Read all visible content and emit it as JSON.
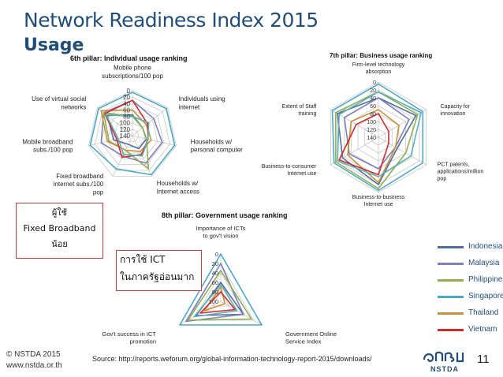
{
  "slide": {
    "title": "Network Readiness Index 2015",
    "subtitle": "Usage",
    "callout_broadband": [
      "ผู้ใช้",
      "Fixed Broadband",
      "น้อย"
    ],
    "callout_government": [
      "การใช้ ICT",
      "ในภาครัฐอ่อนมาก"
    ],
    "copyright": [
      "© NSTDA 2015",
      "www.nstda.or.th"
    ],
    "source": "Source: http://reports.weforum.org/global-information-technology-report-2015/downloads/",
    "page_number": "11",
    "logo_text": "สวทช NSTDA"
  },
  "legend": [
    {
      "name": "Indonesia",
      "color": "#4f6fa0"
    },
    {
      "name": "Malaysia",
      "color": "#7f7fbf"
    },
    {
      "name": "Philippines",
      "color": "#8fb050"
    },
    {
      "name": "Singapore",
      "color": "#4aa8c8"
    },
    {
      "name": "Thailand",
      "color": "#c6923a"
    },
    {
      "name": "Vietnam",
      "color": "#d42a2a"
    }
  ],
  "chart_data": [
    {
      "type": "radar",
      "title": "6th pillar: Individual usage ranking",
      "axes": [
        "Mobile phone subscriptions/100 pop",
        "Individuals using internet",
        "Households w/ personal computer",
        "Households w/ Internet access",
        "Fixed broadband internet subs./100 pop",
        "Mobile broadband subs./100 pop",
        "Use of virtual social networks"
      ],
      "ticks": [
        "0",
        "20",
        "40",
        "60",
        "80",
        "100",
        "120",
        "140"
      ],
      "rlim": [
        0,
        140
      ],
      "reversed": true,
      "series": [
        {
          "color": "#4f6fa0",
          "values": [
            75,
            100,
            95,
            95,
            110,
            80,
            40
          ]
        },
        {
          "color": "#7f7fbf",
          "values": [
            30,
            55,
            45,
            45,
            70,
            40,
            25
          ]
        },
        {
          "color": "#8fb050",
          "values": [
            80,
            100,
            95,
            25,
            90,
            65,
            25
          ]
        },
        {
          "color": "#4aa8c8",
          "values": [
            5,
            5,
            5,
            5,
            25,
            5,
            5
          ]
        },
        {
          "color": "#c6923a",
          "values": [
            60,
            85,
            80,
            85,
            90,
            60,
            15
          ]
        },
        {
          "color": "#d42a2a",
          "values": [
            30,
            80,
            90,
            75,
            65,
            90,
            30
          ]
        },
        {
          "color": "#5ab0b8",
          "values": [
            80,
            75,
            90,
            70,
            75,
            95,
            35
          ]
        }
      ]
    },
    {
      "type": "radar",
      "title": "7th pillar: Business usage ranking",
      "axes": [
        "Firm-level technology absorption",
        "Capacity for innovation",
        "PCT patents, applications/million pop",
        "Business-to-business Internet use",
        "Business-to-consumer Internet use",
        "Extent of Staff training"
      ],
      "ticks": [
        "0",
        "20",
        "40",
        "60",
        "80",
        "100",
        "120",
        "140"
      ],
      "rlim": [
        0,
        140
      ],
      "reversed": true,
      "series": [
        {
          "color": "#4f6fa0",
          "values": [
            40,
            30,
            85,
            20,
            35,
            20
          ]
        },
        {
          "color": "#7f7fbf",
          "values": [
            40,
            50,
            90,
            60,
            55,
            40
          ]
        },
        {
          "color": "#8fb050",
          "values": [
            25,
            25,
            60,
            10,
            15,
            15
          ]
        },
        {
          "color": "#4aa8c8",
          "values": [
            5,
            10,
            10,
            5,
            10,
            5
          ]
        },
        {
          "color": "#c6923a",
          "values": [
            70,
            80,
            90,
            25,
            50,
            60
          ]
        },
        {
          "color": "#d42a2a",
          "values": [
            80,
            110,
            110,
            45,
            25,
            75
          ]
        },
        {
          "color": "#5ab0b8",
          "values": [
            25,
            15,
            45,
            40,
            20,
            25
          ]
        }
      ]
    },
    {
      "type": "radar",
      "title": "8th pillar: Government usage ranking",
      "axes": [
        "Importance of ICTs to gov't vision",
        "Government Online Service Index",
        "Gov't success in ICT promotion"
      ],
      "ticks": [
        "0",
        "20",
        "40",
        "60",
        "80",
        "100"
      ],
      "rlim": [
        0,
        100
      ],
      "reversed": true,
      "series": [
        {
          "color": "#4f6fa0",
          "values": [
            60,
            45,
            40
          ]
        },
        {
          "color": "#7f7fbf",
          "values": [
            20,
            45,
            15
          ]
        },
        {
          "color": "#8fb050",
          "values": [
            35,
            25,
            20
          ]
        },
        {
          "color": "#4aa8c8",
          "values": [
            0,
            0,
            0
          ]
        },
        {
          "color": "#c6923a",
          "values": [
            70,
            90,
            60
          ]
        },
        {
          "color": "#d42a2a",
          "values": [
            80,
            65,
            50
          ]
        },
        {
          "color": "#5ab0b8",
          "values": [
            65,
            60,
            35
          ]
        }
      ]
    }
  ]
}
